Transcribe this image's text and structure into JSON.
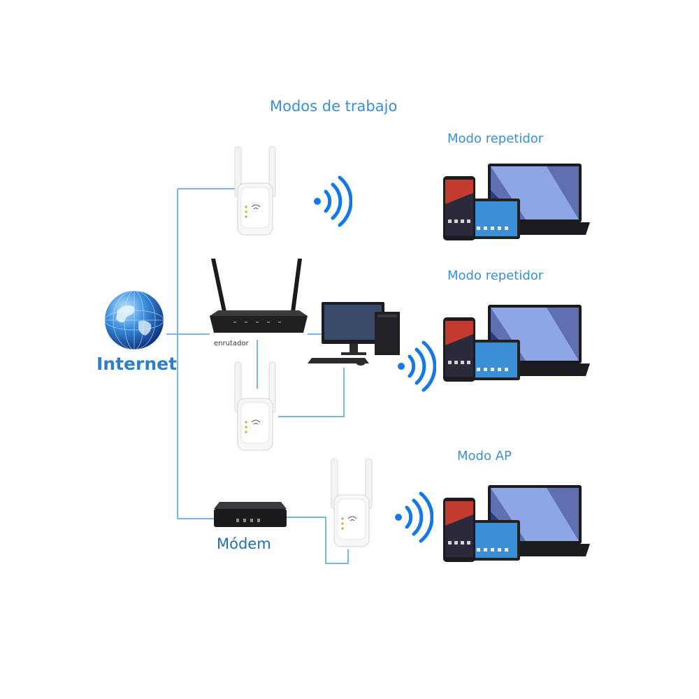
{
  "diagram": {
    "title": "Modos de trabajo",
    "source_label": "Internet",
    "router_label": "enrutador",
    "modem_label": "Módem",
    "modes": [
      {
        "label": "Modo repetidor"
      },
      {
        "label": "Modo repetidor"
      },
      {
        "label": "Modo AP"
      }
    ]
  },
  "colors": {
    "label_blue": "#3a8fd6",
    "line_blue": "#7bb7e3",
    "wifi_blue": "#1479e6",
    "device_black": "#1b1b1d",
    "extender_white": "#f7f7f7"
  },
  "icons": [
    "globe-icon",
    "router-icon",
    "modem-icon",
    "desktop-pc-icon",
    "wifi-extender-icon",
    "wifi-signal-icon",
    "device-group-icon"
  ]
}
